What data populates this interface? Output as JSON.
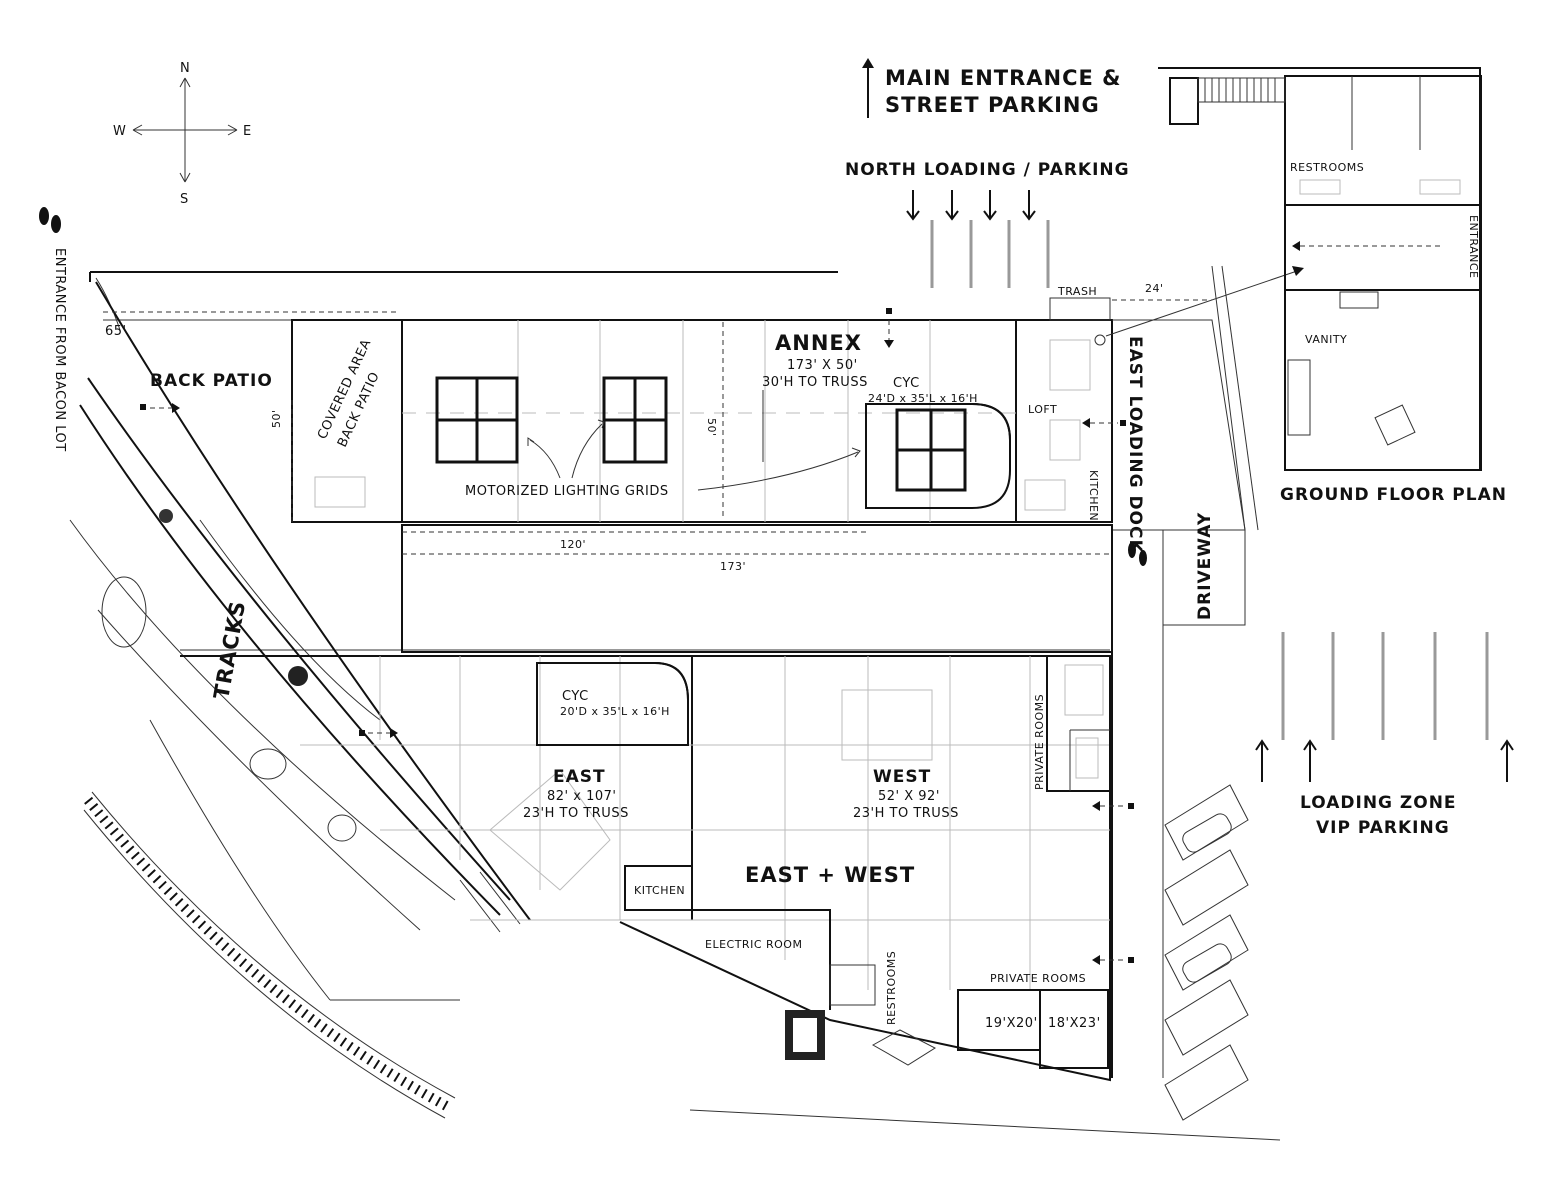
{
  "compass": {
    "n": "N",
    "s": "S",
    "e": "E",
    "w": "W"
  },
  "labels": {
    "main_entrance_line1": "MAIN ENTRANCE &",
    "main_entrance_line2": "STREET PARKING",
    "north_loading": "NORTH LOADING / PARKING",
    "entrance_from_bacon": "ENTRANCE FROM BACON LOT",
    "back_patio": "BACK PATIO",
    "covered_area_line1": "COVERED AREA",
    "covered_area_line2": "BACK PATIO",
    "tracks": "TRACKS",
    "trash": "TRASH",
    "loft": "LOFT",
    "kitchen_small": "KITCHEN",
    "east_loading_dock": "EAST LOADING DOCK",
    "driveway": "DRIVEWAY",
    "motorized_grids": "MOTORIZED LIGHTING GRIDS",
    "loading_zone": "LOADING ZONE",
    "vip_parking": "VIP PARKING",
    "ground_floor_plan": "GROUND FLOOR PLAN",
    "restrooms_top": "RESTROOMS",
    "vanity": "VANITY",
    "entrance_side": "ENTRANCE",
    "private_rooms_vertical": "PRIVATE ROOMS",
    "private_rooms_bottom": "PRIVATE ROOMS",
    "kitchen": "KITCHEN",
    "electric_room": "ELECTRIC ROOM",
    "restrooms_bottom": "RESTROOMS",
    "east_west": "EAST + WEST"
  },
  "stages": {
    "annex": {
      "name": "ANNEX",
      "size": "173' X 50'",
      "height": "30'H TO TRUSS"
    },
    "annex_cyc": {
      "name": "CYC",
      "size": "24'D x 35'L x 16'H"
    },
    "east_cyc": {
      "name": "CYC",
      "size": "20'D x 35'L x 16'H"
    },
    "east": {
      "name": "EAST",
      "size": "82' x 107'",
      "height": "23'H TO TRUSS"
    },
    "west": {
      "name": "WEST",
      "size": "52' X 92'",
      "height": "23'H TO TRUSS"
    }
  },
  "dimensions": {
    "d65": "65'",
    "d50_patio": "50'",
    "d50_annex": "50'",
    "d24": "24'",
    "d120": "120'",
    "d173": "173'",
    "room1": "19'X20'",
    "room2": "18'X23'"
  }
}
